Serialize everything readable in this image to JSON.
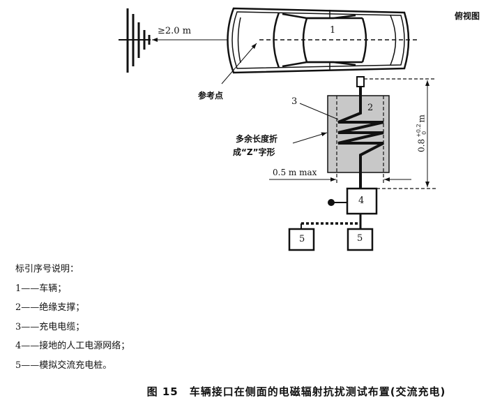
{
  "view_label": "俯视图",
  "labels": {
    "vehicle": "1",
    "insulation": "2",
    "cable": "3",
    "lisn": "4",
    "charger_a": "5",
    "charger_b": "5",
    "distance": "≥2.0 m",
    "reference_point": "参考点",
    "zigzag_line1": "多余长度折",
    "zigzag_line2": "成“Z”字形",
    "width_max": "0.5 m max",
    "height_base": "0.8",
    "height_tol_upper": "+0.2",
    "height_tol_lower": "0",
    "height_unit": "m"
  },
  "legend": {
    "title": "标引序号说明：",
    "items": [
      "1——车辆；",
      "2——绝缘支撑；",
      "3——充电电缆；",
      "4——接地的人工电源网络；",
      "5——模拟交流充电桩。"
    ]
  },
  "caption": "图 15　车辆接口在侧面的电磁辐射抗扰测试布置(交流充电)",
  "colors": {
    "insulation_fill": "#c8c8c8",
    "line": "#111111"
  }
}
